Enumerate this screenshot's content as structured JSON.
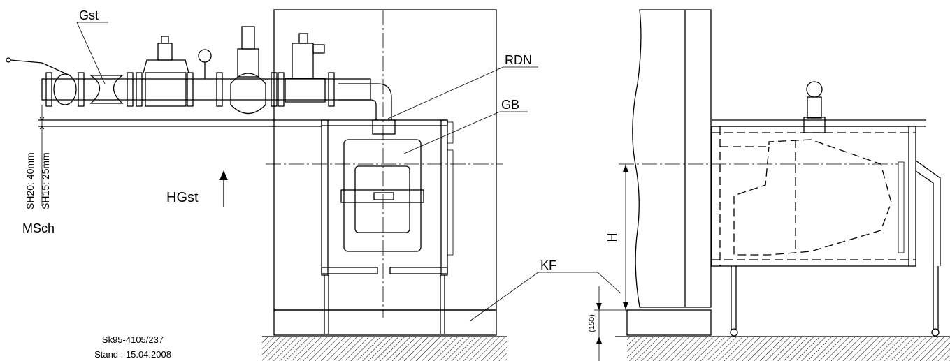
{
  "labels": {
    "gst": "Gst",
    "rdn": "RDN",
    "gb": "GB",
    "hgst": "HGst",
    "msch": "MSch",
    "kf": "KF",
    "h": "H"
  },
  "dimensions": {
    "sh20": "SH20: 40mm",
    "sh15": "SH15: 25mm",
    "base_height": "(150)"
  },
  "footer": {
    "drawing_number": "Sk95-4105/237",
    "date": "Stand : 15.04.2008"
  }
}
